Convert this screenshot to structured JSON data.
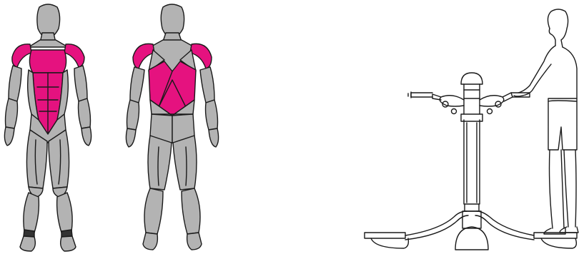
{
  "colors": {
    "highlight": "#e5127f",
    "muscle_gray": "#b3b3b3",
    "outline": "#1a1a1a",
    "background": "#ffffff"
  },
  "figures": {
    "front": {
      "icon": "anatomy-front-icon",
      "highlighted_muscles": [
        "deltoids",
        "pectorals",
        "abdominals"
      ]
    },
    "back": {
      "icon": "anatomy-back-icon",
      "highlighted_muscles": [
        "rear-deltoids",
        "latissimus-dorsi"
      ]
    },
    "equipment": {
      "icon": "outdoor-fitness-machine-icon"
    }
  }
}
